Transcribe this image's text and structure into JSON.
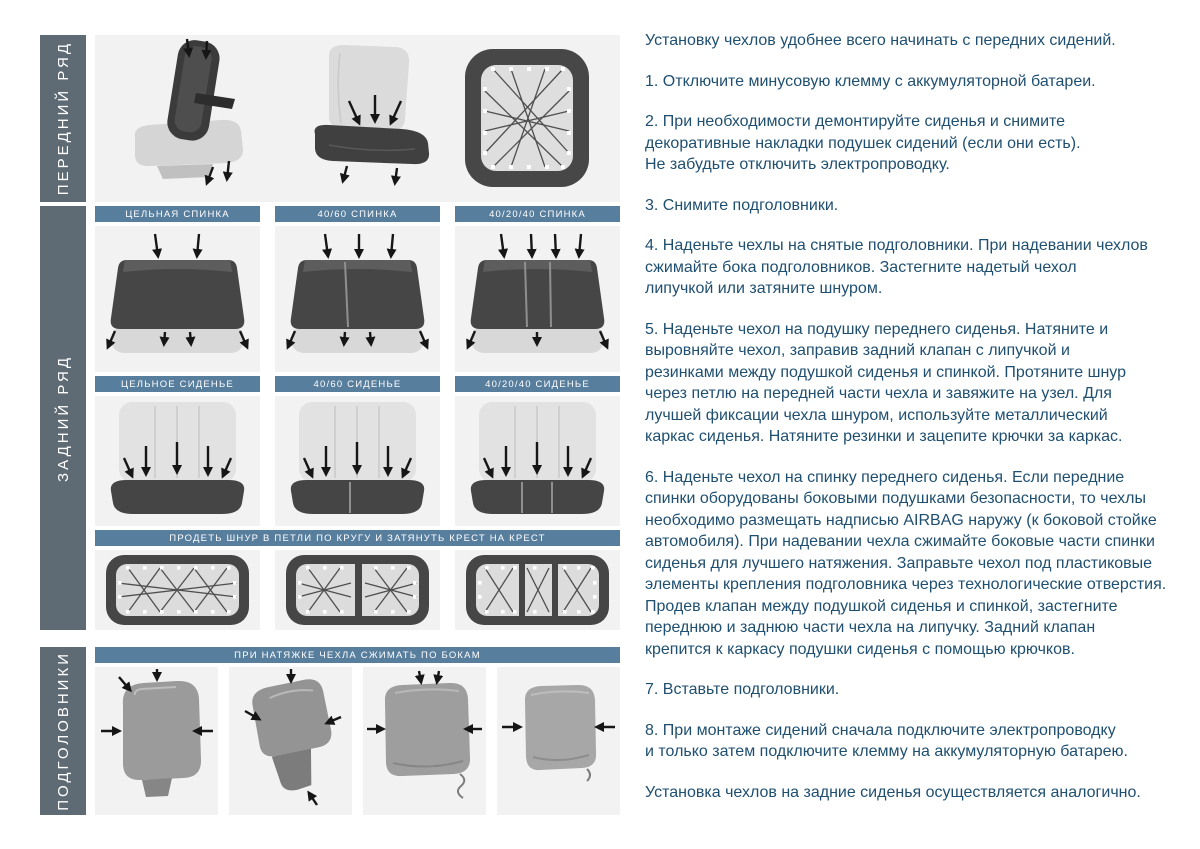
{
  "colors": {
    "sidebar_bar": "#5e6a74",
    "header_bar": "#587e9e",
    "panel_background": "#f2f2f2",
    "body_text": "#1f4f70"
  },
  "sections": {
    "front_row": {
      "label": "ПЕРЕДНИЙ РЯД"
    },
    "rear_row": {
      "label": "ЗАДНИЙ РЯД",
      "backrest_types": [
        "ЦЕЛЬНАЯ СПИНКА",
        "40/60 СПИНКА",
        "40/20/40 СПИНКА"
      ],
      "cushion_types": [
        "ЦЕЛЬНОЕ СИДЕНЬЕ",
        "40/60 СИДЕНЬЕ",
        "40/20/40 СИДЕНЬЕ"
      ],
      "lacing_note": "ПРОДЕТЬ ШНУР В ПЕТЛИ ПО КРУГУ И ЗАТЯНУТЬ КРЕСТ НА КРЕСТ"
    },
    "headrests": {
      "label": "ПОДГОЛОВНИКИ",
      "note": "ПРИ НАТЯЖКЕ ЧЕХЛА СЖИМАТЬ ПО БОКАМ"
    }
  },
  "instructions": {
    "intro": "Установку чехлов удобнее всего начинать с передних сидений.",
    "steps": [
      "1. Отключите минусовую клемму с аккумуляторной батареи.",
      "2. При необходимости демонтируйте сиденья и снимите\nдекоративные накладки подушек сидений (если они есть).\nНе забудьте отключить электропроводку.",
      "3. Снимите подголовники.",
      "4. Наденьте чехлы на снятые подголовники. При надевании чехлов\nсжимайте бока подголовников. Застегните надетый чехол\nлипучкой или затяните шнуром.",
      "5. Наденьте чехол на подушку переднего сиденья. Натяните и\nвыровняйте чехол, заправив задний клапан с липучкой и\nрезинками между подушкой сиденья и спинкой. Протяните шнур\nчерез петлю на передней части чехла и завяжите на узел. Для\nлучшей фиксации чехла шнуром, используйте металлический\nкаркас сиденья. Натяните резинки и зацепите крючки за каркас.",
      "6. Наденьте чехол на спинку переднего сиденья. Если передние\nспинки оборудованы боковыми подушками безопасности, то чехлы\nнеобходимо размещать надписью AIRBAG наружу (к боковой стойке\nавтомобиля). При надевании чехла сжимайте боковые части спинки\nсиденья для лучшего натяжения. Заправьте чехол под пластиковые\nэлементы крепления подголовника через технологические отверстия.\nПродев клапан между подушкой сиденья и спинкой, застегните\nпереднюю и заднюю части чехла на липучку. Задний клапан\nкрепится к каркасу подушки сиденья с помощью крючков.",
      "7. Вставьте подголовники.",
      "8. При монтаже сидений сначала подключите электропроводку\nи только затем подключите клемму на аккумуляторную батарею.",
      "Установка чехлов на задние сиденья осуществляется аналогично."
    ],
    "outro": "Установка чехлов на задние сиденья осуществляется аналогично."
  }
}
